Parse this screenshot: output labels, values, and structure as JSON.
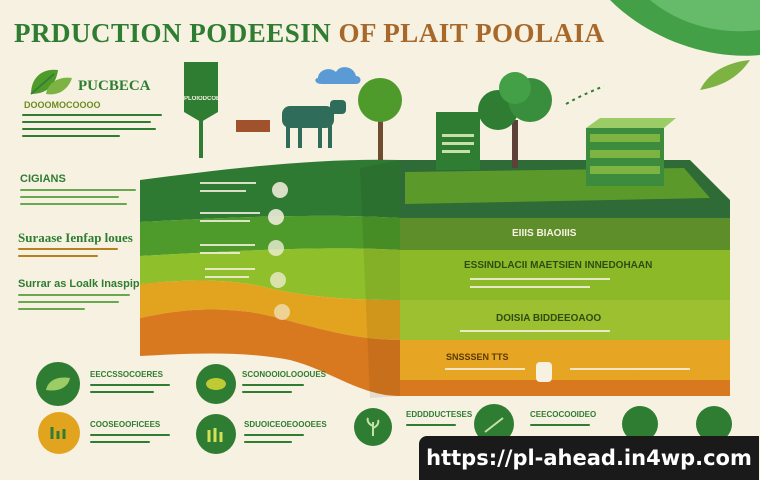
{
  "title": {
    "part1": "PRDUCTION PODEESIN",
    "part2": "OF PLAIT POOLAIA"
  },
  "sidebar": {
    "brand": "PUCBECA",
    "brand_sub": "DOOOMOCOOOO",
    "labels": [
      "CIGIANS",
      "Suraase Ienfap loues",
      "Surrar as Loalk Inaspipges"
    ]
  },
  "signpost": {
    "text": "PLOIODCOE"
  },
  "layers": {
    "top_label": "EIIIS BIAOIIIS",
    "label_1": "ESSINDLACII MAETSIEN INNEDOHAAN",
    "label_2": "DOISIA BIDDEEOAOO",
    "label_3": "SNSSSEN TTS"
  },
  "bottom_cards": [
    {
      "heading": "EECCSSOCOERES",
      "icon": "leaf-icon"
    },
    {
      "heading": "COOSEOOFICEES",
      "icon": "bean-icon"
    },
    {
      "heading": "SCONOOIOLOOOUES",
      "icon": "lamp-icon"
    },
    {
      "heading": "SDUOICEOEOOOEES",
      "icon": "sprout-icon"
    },
    {
      "heading": "EDDDDUCTESES",
      "icon": "plant-icon"
    },
    {
      "heading": "CEECOCOOIDEO",
      "icon": "field-icon"
    }
  ],
  "watermark": "https://pl-ahead.in4wp.com",
  "colors": {
    "green_dark": "#2e7d32",
    "green": "#4e9a2a",
    "lime": "#8fbf2a",
    "amber": "#e2a31f",
    "orange": "#d9791f",
    "cream": "#f7f1e1"
  }
}
